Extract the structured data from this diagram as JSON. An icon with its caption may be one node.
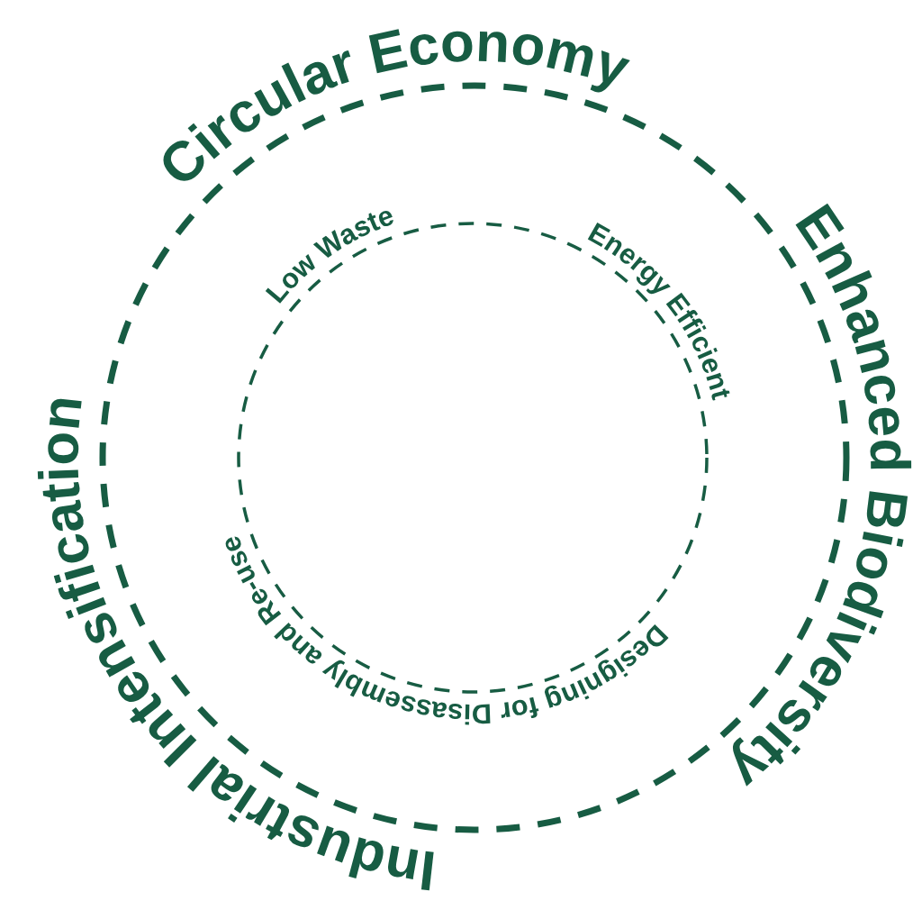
{
  "diagram": {
    "nodes": [
      {
        "text": [
          "Circular Economy",
          "Industrial Intensification",
          "Enhanced Biodiversity"
        ]
      },
      {
        "text": [
          "Low Waste",
          "Energy Efficient",
          "Designing for Disassembly and Re-use"
        ],
        "in": 0
      }
    ]
  }
}
